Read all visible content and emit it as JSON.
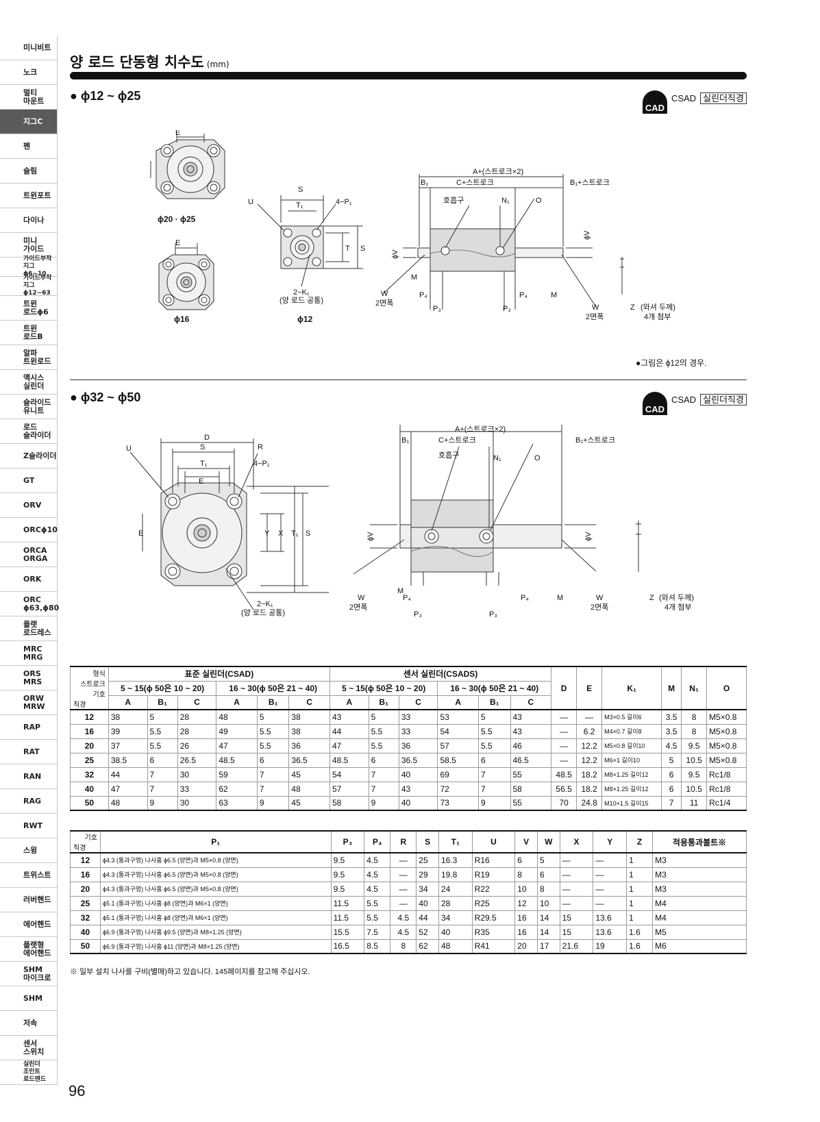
{
  "sidebar": {
    "items": [
      {
        "label": "미니비트"
      },
      {
        "label": "노크"
      },
      {
        "label": "멀티\n마운트"
      },
      {
        "label": "지그C",
        "active": true
      },
      {
        "label": "펜"
      },
      {
        "label": "슬림"
      },
      {
        "label": "트윈포트"
      },
      {
        "label": "다이나"
      },
      {
        "label": "미니\n가이드"
      },
      {
        "label": "가이드부착지그\nϕ6~10",
        "small": true
      },
      {
        "label": "가이드부착지그\nϕ12~63",
        "small": true
      },
      {
        "label": "트윈\n로드ϕ6"
      },
      {
        "label": "트윈\n로드B"
      },
      {
        "label": "알파\n트윈로드"
      },
      {
        "label": "액시스\n실린더"
      },
      {
        "label": "슬라이드\n유니트"
      },
      {
        "label": "로드\n슬라이더"
      },
      {
        "label": "Z슬라이더"
      },
      {
        "label": "GT"
      },
      {
        "label": "ORV"
      },
      {
        "label": "ORCϕ10"
      },
      {
        "label": "ORCA\nORGA"
      },
      {
        "label": "ORK"
      },
      {
        "label": "ORC\nϕ63,ϕ80"
      },
      {
        "label": "플랫\n로드레스"
      },
      {
        "label": "MRC\nMRG"
      },
      {
        "label": "ORS\nMRS"
      },
      {
        "label": "ORW\nMRW"
      },
      {
        "label": "RAP"
      },
      {
        "label": "RAT"
      },
      {
        "label": "RAN"
      },
      {
        "label": "RAG"
      },
      {
        "label": "RWT"
      },
      {
        "label": "스윙"
      },
      {
        "label": "트위스트"
      },
      {
        "label": "러버핸드"
      },
      {
        "label": "에어핸드"
      },
      {
        "label": "플랫형\n에어핸드"
      },
      {
        "label": "SHM\n마이크로"
      },
      {
        "label": "SHM"
      },
      {
        "label": "저속"
      },
      {
        "label": "센서\n스위치"
      },
      {
        "label": "실린더\n조인트\n로드엔드",
        "small": true
      }
    ]
  },
  "page_number": "96",
  "header": {
    "title": "양 로드 단동형 치수도",
    "unit": "(mm)"
  },
  "section1": {
    "title": "● ϕ12 ~ ϕ25",
    "cad_icon": "cad-icon",
    "cad_label": "CAD",
    "csad": "CSAD",
    "cad_tag": "실린더직경",
    "note": "●그림은 ϕ12의 경우.",
    "labels": {
      "e": "E",
      "p2025": "ϕ20 · ϕ25",
      "p16": "ϕ16",
      "p12": "ϕ12",
      "s": "S",
      "t1": "T₁",
      "u": "U",
      "four_p1": "4−P₁",
      "t": "T",
      "k1": "2−K₁",
      "k1_note": "(양 로드 공통)",
      "a_stroke": "A+(스트로크×2)",
      "c_stroke": "C+스트로크",
      "b1": "B₁",
      "b1_stroke": "B₁+스트로크",
      "port": "호흡구",
      "n1": "N₁",
      "o": "O",
      "v": "ϕV",
      "m": "M",
      "w": "W",
      "width2": "2면폭",
      "p4": "P₄",
      "p3": "P₃",
      "z": "Z",
      "washer": "(와셔 두께)",
      "washer_qty": "4개 첨부"
    }
  },
  "section2": {
    "title": "● ϕ32 ~ ϕ50",
    "cad_label": "CAD",
    "csad": "CSAD",
    "cad_tag": "실린더직경",
    "labels": {
      "d": "D",
      "s": "S",
      "r": "R",
      "t1": "T₁",
      "u": "U",
      "four_p1": "4−P₁",
      "e": "E",
      "y": "Y",
      "x": "X",
      "k1": "2−K₁",
      "k1_note": "(양 로드 공통)",
      "a_stroke": "A+(스트로크×2)",
      "c_stroke": "C+스트로크",
      "b1": "B₁",
      "b1_stroke": "B₁+스트로크",
      "port": "호흡구",
      "n1": "N₁",
      "o": "O",
      "v": "ϕV",
      "m": "M",
      "w": "W",
      "width2": "2면폭",
      "p4": "P₄",
      "p3": "P₃",
      "z": "Z",
      "washer": "(와셔 두께)",
      "washer_qty": "4개 첨부"
    }
  },
  "table1": {
    "diag_top": "형식",
    "diag_mid": "스트로크",
    "diag_sym": "기호",
    "diag_bore": "직경",
    "group_std": "표준 실린더(CSAD)",
    "group_sensor": "센서 실린더(CSADS)",
    "range_a": "5 ~ 15(ϕ 50은 10 ~ 20)",
    "range_b": "16 ~ 30(ϕ 50은 21 ~ 40)",
    "cols_abc": [
      "A",
      "B₁",
      "C"
    ],
    "cols_right": [
      "D",
      "E",
      "K₁",
      "M",
      "N₁",
      "O"
    ],
    "rows": [
      [
        "12",
        "38",
        "5",
        "28",
        "48",
        "5",
        "38",
        "43",
        "5",
        "33",
        "53",
        "5",
        "43",
        "—",
        "—",
        "M3×0.5 길이6",
        "3.5",
        "8",
        "M5×0.8"
      ],
      [
        "16",
        "39",
        "5.5",
        "28",
        "49",
        "5.5",
        "38",
        "44",
        "5.5",
        "33",
        "54",
        "5.5",
        "43",
        "—",
        "6.2",
        "M4×0.7 길이8",
        "3.5",
        "8",
        "M5×0.8"
      ],
      [
        "20",
        "37",
        "5.5",
        "26",
        "47",
        "5.5",
        "36",
        "47",
        "5.5",
        "36",
        "57",
        "5.5",
        "46",
        "—",
        "12.2",
        "M5×0.8 길이10",
        "4.5",
        "9.5",
        "M5×0.8"
      ],
      [
        "25",
        "38.5",
        "6",
        "26.5",
        "48.5",
        "6",
        "36.5",
        "48.5",
        "6",
        "36.5",
        "58.5",
        "6",
        "46.5",
        "—",
        "12.2",
        "M6×1 길이10",
        "5",
        "10.5",
        "M5×0.8"
      ],
      [
        "32",
        "44",
        "7",
        "30",
        "59",
        "7",
        "45",
        "54",
        "7",
        "40",
        "69",
        "7",
        "55",
        "48.5",
        "18.2",
        "M8×1.25 길이12",
        "6",
        "9.5",
        "Rc1/8"
      ],
      [
        "40",
        "47",
        "7",
        "33",
        "62",
        "7",
        "48",
        "57",
        "7",
        "43",
        "72",
        "7",
        "58",
        "56.5",
        "18.2",
        "M8×1.25 길이12",
        "6",
        "10.5",
        "Rc1/8"
      ],
      [
        "50",
        "48",
        "9",
        "30",
        "63",
        "9",
        "45",
        "58",
        "9",
        "40",
        "73",
        "9",
        "55",
        "70",
        "24.8",
        "M10×1.5 길이15",
        "7",
        "11",
        "Rc1/4"
      ]
    ]
  },
  "table2": {
    "diag_sym": "기호",
    "diag_bore": "직경",
    "cols": [
      "P₁",
      "P₃",
      "P₄",
      "R",
      "S",
      "T₁",
      "U",
      "V",
      "W",
      "X",
      "Y",
      "Z",
      "적용통과볼트※"
    ],
    "rows": [
      [
        "12",
        "ϕ4.3 (통과구멍) 나사홈 ϕ6.5 (양면)과 M5×0.8 (양면)",
        "9.5",
        "4.5",
        "—",
        "25",
        "16.3",
        "R16",
        "6",
        "5",
        "—",
        "—",
        "1",
        "M3"
      ],
      [
        "16",
        "ϕ4.3 (통과구멍) 나사홈 ϕ6.5 (양면)과 M5×0.8 (양면)",
        "9.5",
        "4.5",
        "—",
        "29",
        "19.8",
        "R19",
        "8",
        "6",
        "—",
        "—",
        "1",
        "M3"
      ],
      [
        "20",
        "ϕ4.3 (통과구멍) 나사홈 ϕ6.5 (양면)과 M5×0.8 (양면)",
        "9.5",
        "4.5",
        "—",
        "34",
        "24",
        "R22",
        "10",
        "8",
        "—",
        "—",
        "1",
        "M3"
      ],
      [
        "25",
        "ϕ5.1 (통과구멍) 나사홈 ϕ8 (양면)과 M6×1 (양면)",
        "11.5",
        "5.5",
        "—",
        "40",
        "28",
        "R25",
        "12",
        "10",
        "—",
        "—",
        "1",
        "M4"
      ],
      [
        "32",
        "ϕ5.1 (통과구멍) 나사홈 ϕ8 (양면)과 M6×1 (양면)",
        "11.5",
        "5.5",
        "4.5",
        "44",
        "34",
        "R29.5",
        "16",
        "14",
        "15",
        "13.6",
        "1",
        "M4"
      ],
      [
        "40",
        "ϕ6.9 (통과구멍) 나사홈 ϕ9.5 (양면)과 M8×1.25 (양면)",
        "15.5",
        "7.5",
        "4.5",
        "52",
        "40",
        "R35",
        "16",
        "14",
        "15",
        "13.6",
        "1.6",
        "M5"
      ],
      [
        "50",
        "ϕ6.9 (통과구멍) 나사홈 ϕ11 (양면)과 M8×1.25 (양면)",
        "16.5",
        "8.5",
        "8",
        "62",
        "48",
        "R41",
        "20",
        "17",
        "21.6",
        "19",
        "1.6",
        "M6"
      ]
    ]
  },
  "footnote": "※ 일부 설치 나사를 구비(별매)하고 있습니다. 145페이지를 참고해 주십시오."
}
